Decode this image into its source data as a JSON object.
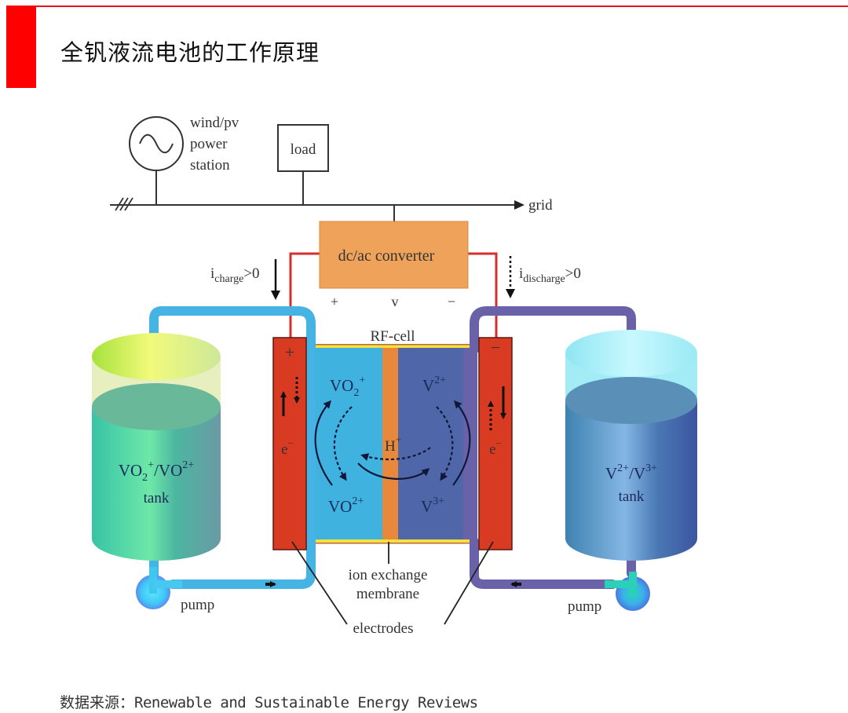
{
  "header": {
    "title": "全钒液流电池的工作原理",
    "accent_color": "#ff0000"
  },
  "diagram": {
    "power_station": {
      "line1": "wind/pv",
      "line2": "power",
      "line3": "station",
      "symbol": "ac-source-icon"
    },
    "load_label": "load",
    "grid_label": "grid",
    "converter_label": "dc/ac converter",
    "charge_current": {
      "i": "i",
      "sub": "charge",
      "rest": ">0"
    },
    "discharge_current": {
      "i": "i",
      "sub": "discharge",
      "rest": ">0"
    },
    "voltage": {
      "plus": "+",
      "v": "v",
      "minus": "−"
    },
    "cell_label": "RF-cell",
    "positive_electrode": {
      "sign": "+",
      "electron": "e",
      "electron_sup": "−"
    },
    "negative_electrode": {
      "sign": "−",
      "electron": "e",
      "electron_sup": "−"
    },
    "positive_half": {
      "top_ion": "VO",
      "top_sub": "2",
      "top_sup": "+",
      "bottom_ion": "VO",
      "bottom_sup": "2+"
    },
    "negative_half": {
      "top_ion": "V",
      "top_sup": "2+",
      "bottom_ion": "V",
      "bottom_sup": "3+"
    },
    "proton": {
      "ion": "H",
      "sup": "+"
    },
    "left_tank": {
      "ion1": "VO",
      "ion1_sub": "2",
      "ion1_sup": "+",
      "sep": "/VO",
      "ion2_sup": "2+",
      "caption": "tank"
    },
    "right_tank": {
      "ion1": "V",
      "ion1_sup": "2+",
      "sep": "/V",
      "ion2_sup": "3+",
      "caption": "tank"
    },
    "left_pump_label": "pump",
    "right_pump_label": "pump",
    "membrane_label_line1": "ion exchange",
    "membrane_label_line2": "membrane",
    "electrodes_label": "electrodes",
    "colors": {
      "positive_electrolyte": "#3fb2e0",
      "negative_electrolyte": "#4f67a8",
      "membrane": "#e8883a",
      "electrode": "#d93a22",
      "converter": "#eea25a",
      "wire": "#d32f2f",
      "left_pipe": "#45b4e4",
      "right_pipe": "#6a62a8"
    }
  },
  "footer": {
    "source_prefix": "数据来源：",
    "source_text": "Renewable and Sustainable Energy Reviews"
  }
}
